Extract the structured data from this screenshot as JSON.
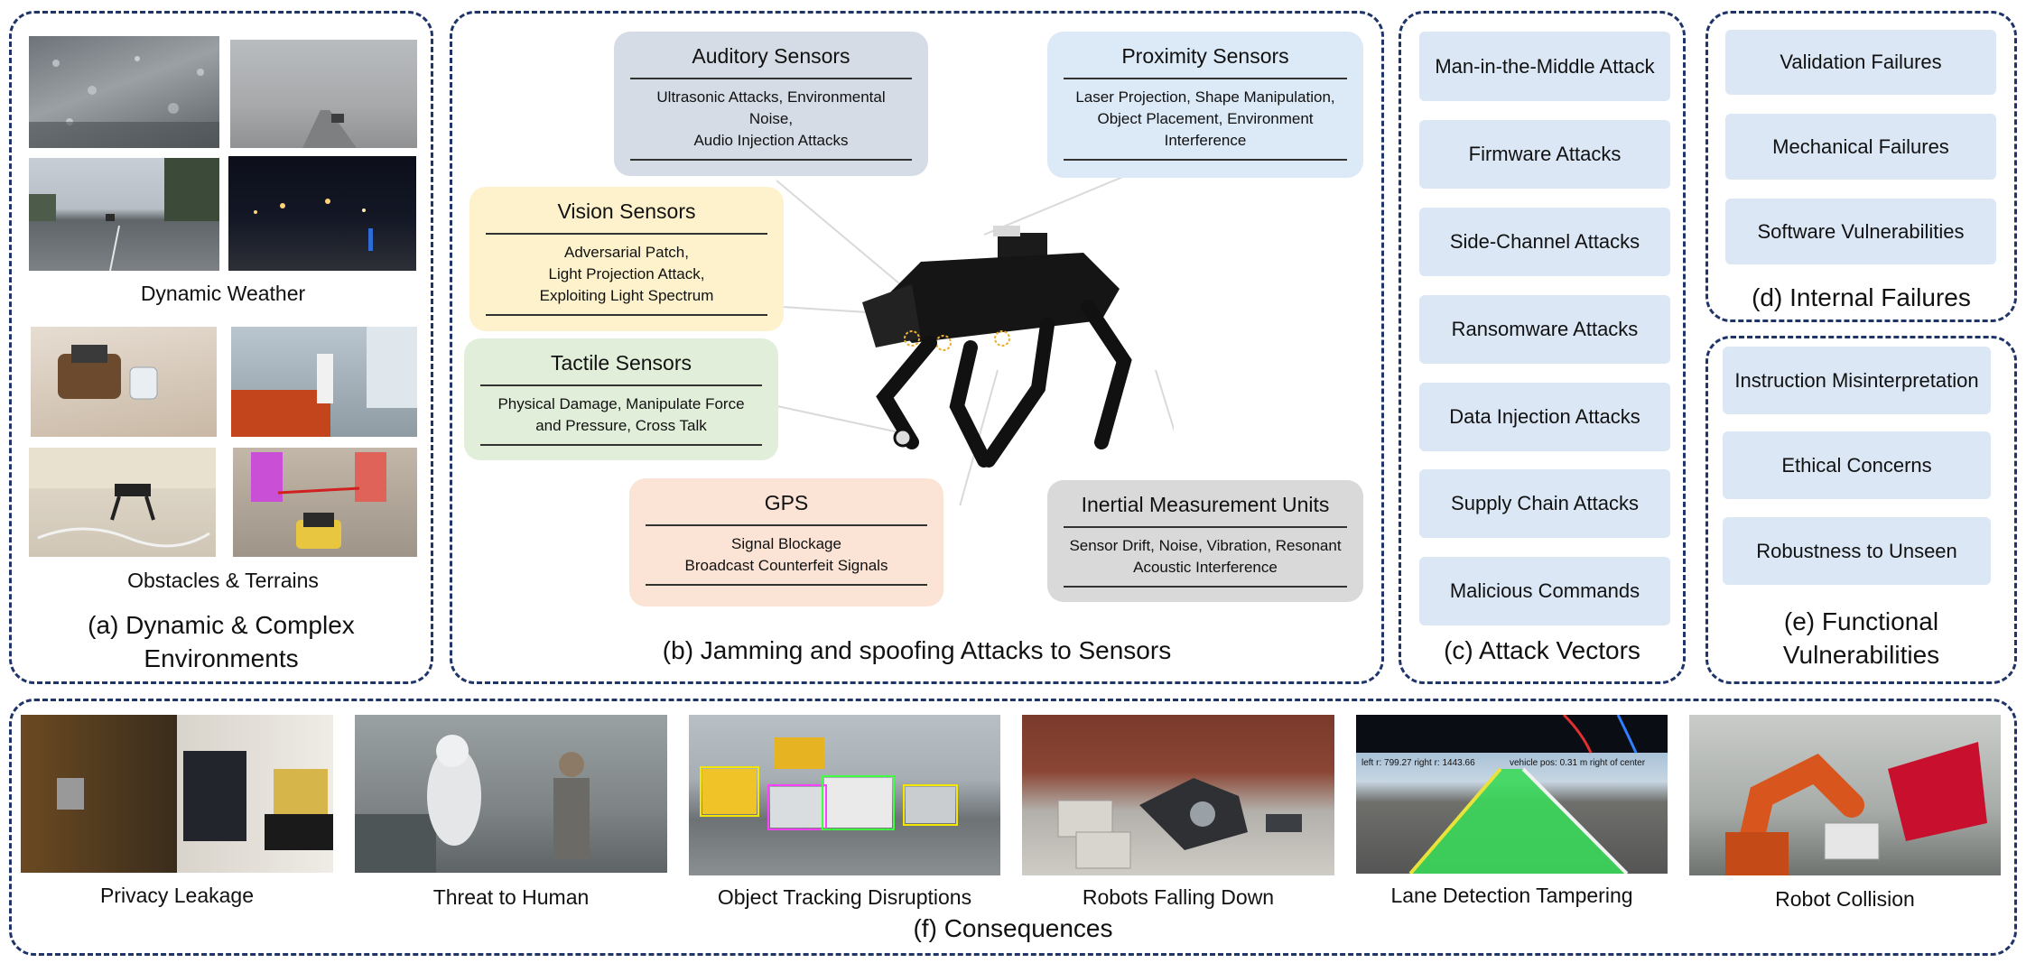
{
  "panel_a": {
    "weather_label": "Dynamic Weather",
    "obstacles_label": "Obstacles & Terrains",
    "caption_line1": "(a) Dynamic & Complex",
    "caption_line2": "Environments"
  },
  "panel_b": {
    "caption": "(b) Jamming and spoofing Attacks to Sensors",
    "sensors": [
      {
        "title": "Auditory Sensors",
        "desc": "Ultrasonic Attacks, Environmental Noise,\nAudio Injection Attacks",
        "color": "#d6dce5"
      },
      {
        "title": "Proximity Sensors",
        "desc": "Laser Projection, Shape Manipulation, Object Placement, Environment Interference",
        "color": "#dce9f7"
      },
      {
        "title": "Vision Sensors",
        "desc": "Adversarial Patch,\nLight Projection Attack,\nExploiting Light Spectrum",
        "color": "#fdf2cc"
      },
      {
        "title": "Tactile Sensors",
        "desc": "Physical Damage, Manipulate Force and Pressure, Cross Talk",
        "color": "#e1efda"
      },
      {
        "title": "GPS",
        "desc": "Signal Blockage\nBroadcast Counterfeit Signals",
        "color": "#fbe4d5"
      },
      {
        "title": "Inertial Measurement Units",
        "desc": "Sensor Drift, Noise, Vibration, Resonant Acoustic Interference",
        "color": "#d9d9d9"
      }
    ]
  },
  "panel_c": {
    "caption": "(c) Attack Vectors",
    "items": [
      "Man-in-the-Middle Attack",
      "Firmware Attacks",
      "Side-Channel Attacks",
      "Ransomware Attacks",
      "Data Injection Attacks",
      "Supply Chain Attacks",
      "Malicious Commands"
    ]
  },
  "panel_d": {
    "caption": "(d) Internal Failures",
    "items": [
      "Validation Failures",
      "Mechanical Failures",
      "Software Vulnerabilities"
    ]
  },
  "panel_e": {
    "caption_line1": "(e) Functional",
    "caption_line2": "Vulnerabilities",
    "items": [
      "Instruction Misinterpretation",
      "Ethical Concerns",
      "Robustness to Unseen"
    ]
  },
  "panel_f": {
    "caption": "(f) Consequences",
    "items": [
      "Privacy Leakage",
      "Threat to Human",
      "Object Tracking Disruptions",
      "Robots Falling Down",
      "Lane Detection Tampering",
      "Robot Collision"
    ],
    "lane_overlay_left": "left r: 799.27  right r: 1443.66",
    "lane_overlay_right": "vehicle pos: 0.31 m right of center"
  },
  "colors": {
    "panel_border": "#1f3468",
    "vector_box": "#dbe7f5"
  }
}
